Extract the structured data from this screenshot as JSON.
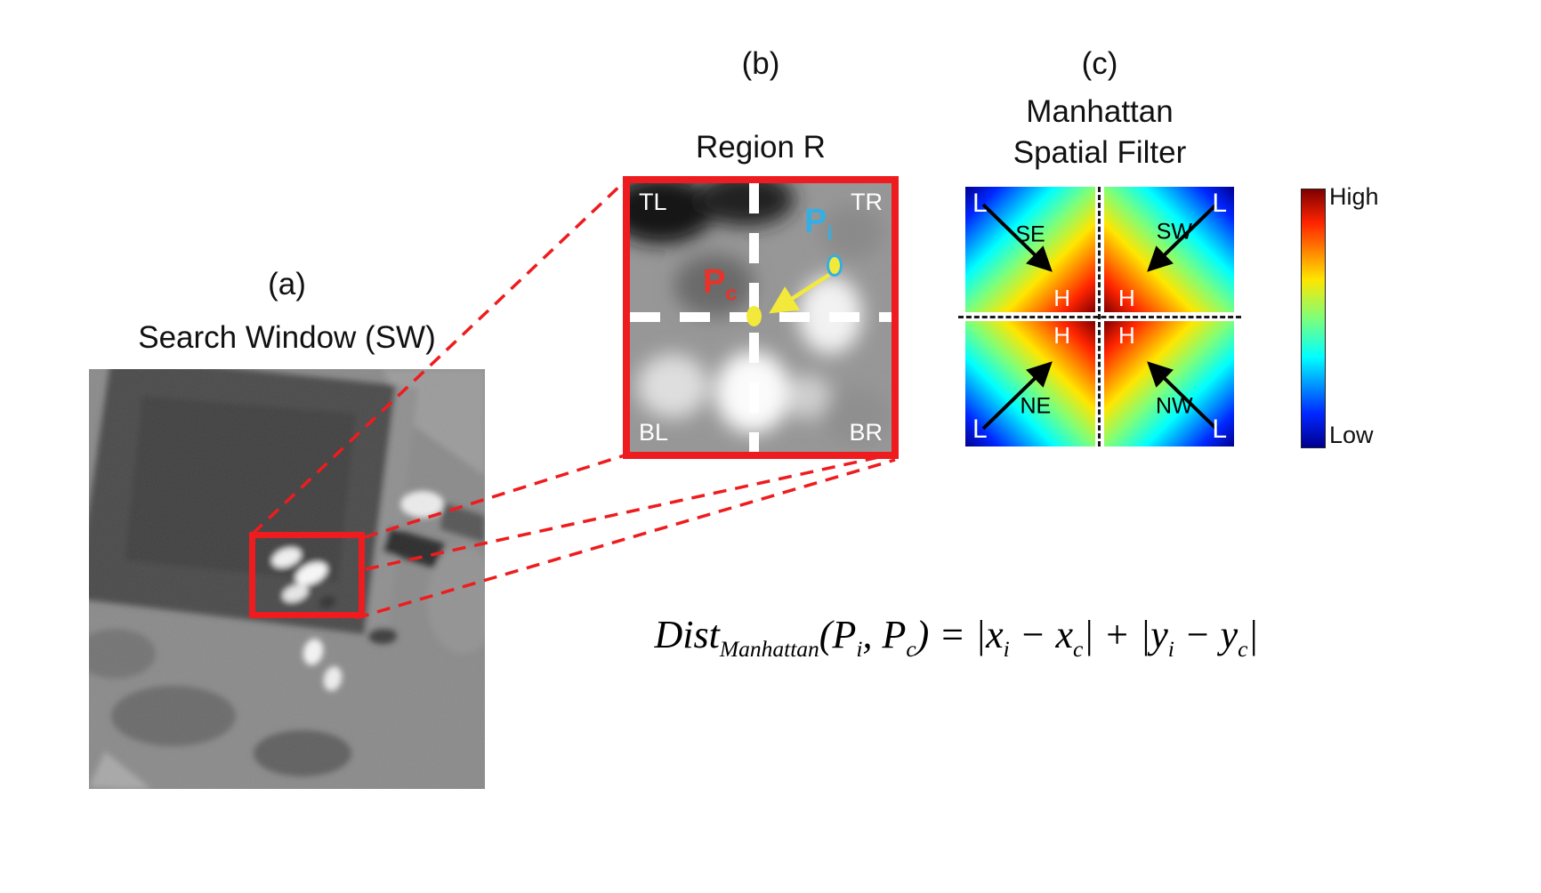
{
  "panel_a": {
    "label": "(a)",
    "title": "Search Window (SW)"
  },
  "panel_b": {
    "label": "(b)",
    "title": "Region R",
    "corners": {
      "tl": "TL",
      "tr": "TR",
      "bl": "BL",
      "br": "BR"
    },
    "point_i": {
      "symbol": "P",
      "subscript": "i",
      "color": "#35aee3"
    },
    "point_c": {
      "symbol": "P",
      "subscript": "c",
      "color": "#e8322a"
    }
  },
  "panel_c": {
    "label": "(c)",
    "title_line1": "Manhattan",
    "title_line2": "Spatial Filter",
    "quadrants": [
      {
        "direction": "SE",
        "low": "L",
        "high": "H"
      },
      {
        "direction": "SW",
        "low": "L",
        "high": "H"
      },
      {
        "direction": "NE",
        "low": "L",
        "high": "H"
      },
      {
        "direction": "NW",
        "low": "L",
        "high": "H"
      }
    ],
    "colorbar": {
      "high_label": "High",
      "low_label": "Low",
      "top_color": "#7f0000",
      "bottom_color": "#00008f"
    }
  },
  "formula": {
    "function": "Dist",
    "function_sub": "Manhattan",
    "lparen": "(",
    "arg1": "P",
    "arg1_sub": "i",
    "separator": ", ",
    "arg2": "P",
    "arg2_sub": "c",
    "rparen": ")",
    "equals": " = ",
    "bar1": "|",
    "x_i": "x",
    "x_i_sub": "i",
    "minus1": " − ",
    "x_c": "x",
    "x_c_sub": "c",
    "bar2": "|",
    "plus": " + ",
    "bar3": "|",
    "y_i": "y",
    "y_i_sub": "i",
    "minus2": " − ",
    "y_c": "y",
    "y_c_sub": "c",
    "bar4": "|"
  },
  "colors": {
    "highlight_red": "#ee1c1e",
    "marker_yellow": "#f2e93a",
    "point_i_blue": "#35aee3"
  }
}
